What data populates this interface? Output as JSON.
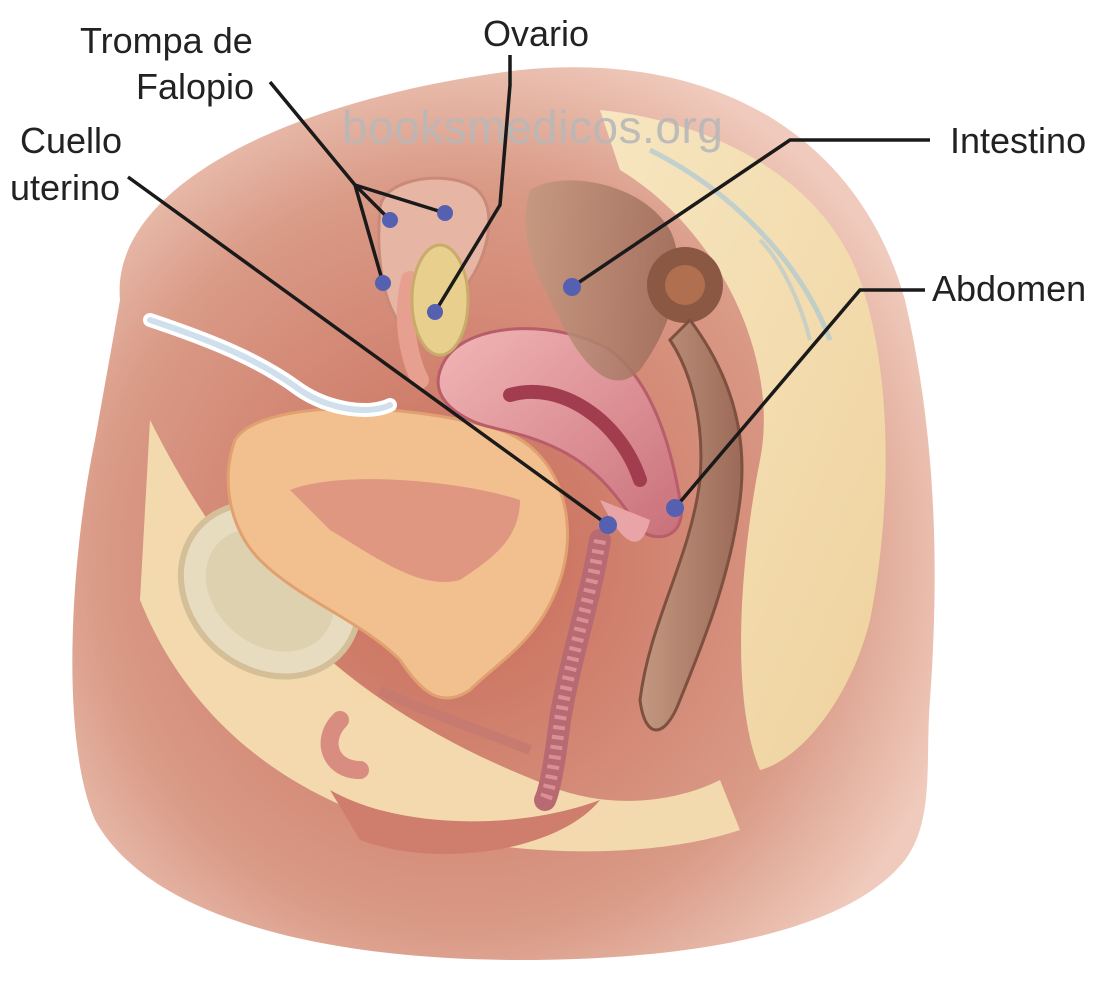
{
  "labels": {
    "trompa_line1": "Trompa de",
    "trompa_line2": "Falopio",
    "ovario": "Ovario",
    "cuello_line1": "Cuello",
    "cuello_line2": "uterino",
    "intestino": "Intestino",
    "abdomen": "Abdomen"
  },
  "watermark": "booksmedicos.org",
  "colors": {
    "outer_skin": "#d99a86",
    "inner_pink": "#e9b19b",
    "cream": "#f4dcae",
    "uterus": "#e08d92",
    "marker": "#5560b0",
    "leader": "#1a1a1a"
  }
}
